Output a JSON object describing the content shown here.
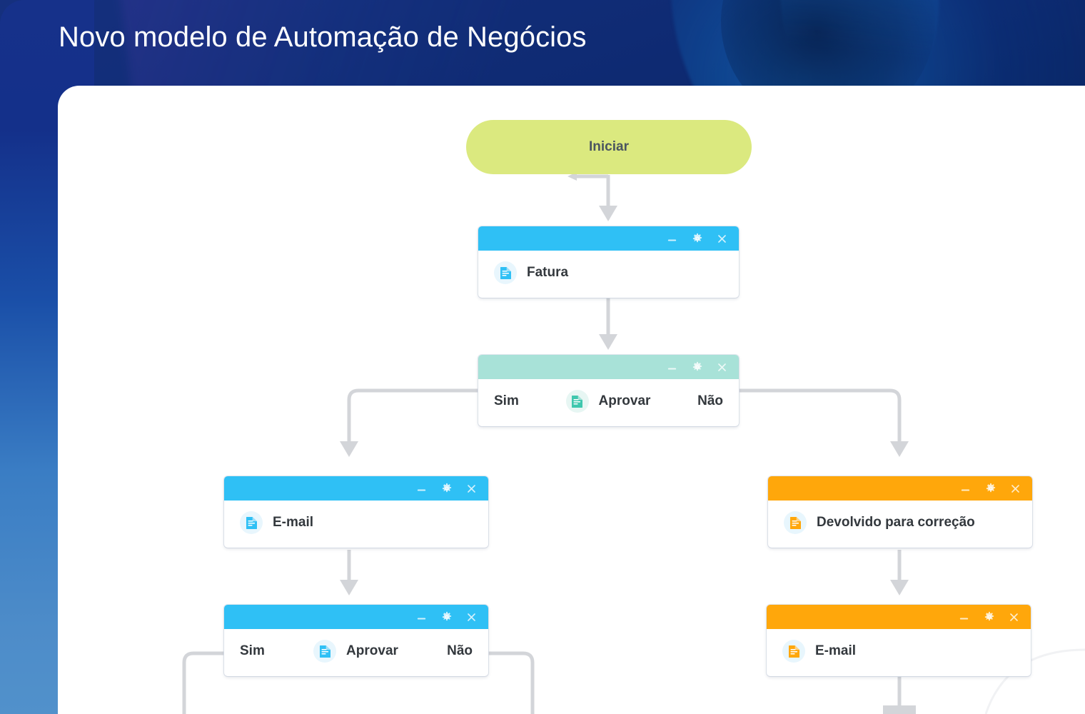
{
  "page": {
    "title": "Novo modelo de Automação de Negócios",
    "colors": {
      "background_dark": "#0a2a6b",
      "panel": "#ffffff",
      "start_node": "#dbe97f",
      "header_cyan": "#2fc0f5",
      "header_mint": "#a8e2d8",
      "header_amber": "#ffa70b",
      "connector": "#d3d5d9",
      "text_dark": "#33383d"
    }
  },
  "flow": {
    "start": {
      "label": "Iniciar",
      "type": "start-pill"
    },
    "nodes": [
      {
        "id": "fatura",
        "label": "Fatura",
        "type": "task",
        "header_color": "cyan",
        "icon": "document-icon",
        "window_controls": [
          "minimize-icon",
          "gear-icon",
          "close-icon"
        ]
      },
      {
        "id": "aprovar-1",
        "label": "Aprovar",
        "type": "decision",
        "header_color": "mint",
        "icon": "document-icon",
        "yes_label": "Sim",
        "no_label": "Não",
        "window_controls": [
          "minimize-icon",
          "gear-icon",
          "close-icon"
        ]
      },
      {
        "id": "email-1",
        "label": "E-mail",
        "type": "task",
        "header_color": "cyan",
        "icon": "document-icon",
        "window_controls": [
          "minimize-icon",
          "gear-icon",
          "close-icon"
        ]
      },
      {
        "id": "devolvido",
        "label": "Devolvido para correção",
        "type": "task",
        "header_color": "amber",
        "icon": "document-icon",
        "window_controls": [
          "minimize-icon",
          "gear-icon",
          "close-icon"
        ]
      },
      {
        "id": "aprovar-2",
        "label": "Aprovar",
        "type": "decision",
        "header_color": "cyan",
        "icon": "document-icon",
        "yes_label": "Sim",
        "no_label": "Não",
        "window_controls": [
          "minimize-icon",
          "gear-icon",
          "close-icon"
        ]
      },
      {
        "id": "email-2",
        "label": "E-mail",
        "type": "task",
        "header_color": "amber",
        "icon": "document-icon",
        "window_controls": [
          "minimize-icon",
          "gear-icon",
          "close-icon"
        ]
      }
    ]
  }
}
